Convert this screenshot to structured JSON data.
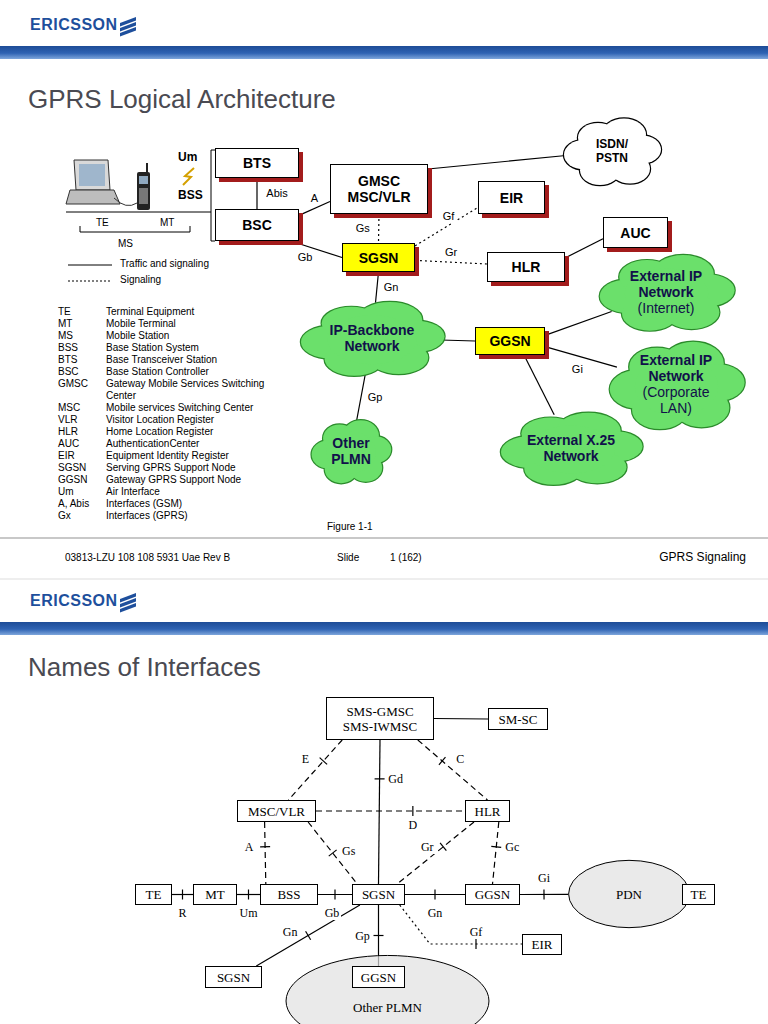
{
  "diagram": {
    "title": "GPRS Logical Architecture",
    "caption": "Figure 1-1",
    "nodes": [
      {
        "text": [
          "BTS"
        ]
      },
      {
        "text": [
          "BSC"
        ]
      },
      {
        "text": [
          "GMSC MSC/VLR"
        ]
      },
      {
        "text": [
          "EIR"
        ]
      },
      {
        "text": [
          "SGSN"
        ]
      },
      {
        "text": [
          "HLR"
        ]
      },
      {
        "text": [
          "AUC"
        ]
      },
      {
        "text": [
          "ISDN/ PSTN"
        ]
      },
      {
        "text": [
          "IP-Backbone Network"
        ]
      },
      {
        "text": [
          "GGSN"
        ]
      },
      {
        "text": [
          "External IP Network",
          "(Internet)"
        ]
      },
      {
        "text": [
          "External IP Network",
          "(Corporate LAN)"
        ]
      },
      {
        "text": [
          "External X.25 Network"
        ]
      },
      {
        "text": [
          "Other PLMN"
        ]
      },
      {
        "text": [
          "SMS-GMSC SMS-IWMSC"
        ]
      },
      {
        "text": [
          "SM-SC"
        ]
      },
      {
        "text": [
          "MSC/VLR"
        ]
      },
      {
        "text": [
          "HLR"
        ]
      },
      {
        "text": [
          "TE"
        ]
      },
      {
        "text": [
          "MT"
        ]
      },
      {
        "text": [
          "BSS"
        ]
      },
      {
        "text": [
          "SGSN"
        ]
      },
      {
        "text": [
          "GGSN"
        ]
      },
      {
        "text": [
          "PDN"
        ]
      },
      {
        "text": [
          "TE"
        ]
      },
      {
        "text": [
          "EIR"
        ]
      },
      {
        "text": [
          "SGSN"
        ]
      },
      {
        "text": [
          "Other PLMN"
        ]
      },
      {
        "text": [
          "GGSN"
        ],
        "in": 27
      }
    ],
    "edges": [
      {
        "from": 0,
        "to": 1,
        "arrow": "none",
        "label": "Abis"
      },
      {
        "from": 1,
        "to": 2,
        "arrow": "none",
        "label": "A"
      },
      {
        "from": 1,
        "to": 4,
        "arrow": "none",
        "label": "Gb"
      },
      {
        "from": 2,
        "to": 4,
        "arrow": "none",
        "label": "Gs"
      },
      {
        "from": 4,
        "to": 3,
        "arrow": "none",
        "label": "Gf"
      },
      {
        "from": 4,
        "to": 5,
        "arrow": "none",
        "label": "Gr"
      },
      {
        "from": 2,
        "to": 7,
        "arrow": "none"
      },
      {
        "from": 5,
        "to": 6,
        "arrow": "none"
      },
      {
        "from": 4,
        "to": 8,
        "arrow": "none",
        "label": "Gn"
      },
      {
        "from": 8,
        "to": 9,
        "arrow": "none"
      },
      {
        "from": 8,
        "to": 13,
        "arrow": "none",
        "label": "Gp"
      },
      {
        "from": 9,
        "to": 10,
        "arrow": "none"
      },
      {
        "from": 9,
        "to": 11,
        "arrow": "none",
        "label": "Gi"
      },
      {
        "from": 9,
        "to": 12,
        "arrow": "none"
      },
      {
        "from": 14,
        "to": 15,
        "arrow": "none"
      },
      {
        "from": 14,
        "to": 16,
        "arrow": "none",
        "label": "E"
      },
      {
        "from": 14,
        "to": 17,
        "arrow": "none",
        "label": "C"
      },
      {
        "from": 14,
        "to": 21,
        "arrow": "none",
        "label": "Gd"
      },
      {
        "from": 16,
        "to": 17,
        "arrow": "none",
        "label": "D"
      },
      {
        "from": 16,
        "to": 21,
        "arrow": "none",
        "label": "Gs"
      },
      {
        "from": 16,
        "to": 20,
        "arrow": "none",
        "label": "A"
      },
      {
        "from": 17,
        "to": 21,
        "arrow": "none",
        "label": "Gr"
      },
      {
        "from": 17,
        "to": 22,
        "arrow": "none",
        "label": "Gc"
      },
      {
        "from": 18,
        "to": 19,
        "arrow": "none",
        "label": "R"
      },
      {
        "from": 19,
        "to": 20,
        "arrow": "none",
        "label": "Um"
      },
      {
        "from": 20,
        "to": 21,
        "arrow": "none",
        "label": "Gb"
      },
      {
        "from": 21,
        "to": 22,
        "arrow": "none",
        "label": "Gn"
      },
      {
        "from": 22,
        "to": 23,
        "arrow": "none",
        "label": "Gi"
      },
      {
        "from": 21,
        "to": 25,
        "arrow": "none",
        "label": "Gf"
      },
      {
        "from": 21,
        "to": 26,
        "arrow": "none",
        "label": "Gn"
      },
      {
        "from": 21,
        "to": 28,
        "arrow": "none",
        "label": "Gp"
      }
    ],
    "labels": [
      "ERICSSON",
      "Um",
      "BSS",
      "TE",
      "MT",
      "MS",
      "TE",
      "Terminal Equipment",
      "MT",
      "Mobile Terminal",
      "MS",
      "Mobile Station",
      "BSS",
      "Base Station System",
      "BTS",
      "Base Transceiver Station",
      "BSC",
      "Base Station Controller",
      "GMSC",
      "Gateway Mobile Services Switching Center",
      "MSC",
      "Mobile services Switching Center",
      "VLR",
      "Visitor Location Register",
      "HLR",
      "Home Location Register",
      "AUC",
      "AuthenticationCenter",
      "EIR",
      "Equipment Identity Register",
      "SGSN",
      "Serving GPRS Support Node",
      "GGSN",
      "Gateway GPRS Support Node",
      "Um",
      "Air Interface",
      "A, Abis",
      "Interfaces (GSM)",
      "Gx",
      "Interfaces (GPRS)",
      "03813-LZU 108 108 5931 Uae Rev B",
      "Slide",
      "1 (162)",
      "GPRS Signaling",
      "ERICSSON",
      "Names of Interfaces"
    ],
    "legend": [
      {
        "text": "Traffic and signaling"
      },
      {
        "text": "Signaling"
      }
    ]
  }
}
